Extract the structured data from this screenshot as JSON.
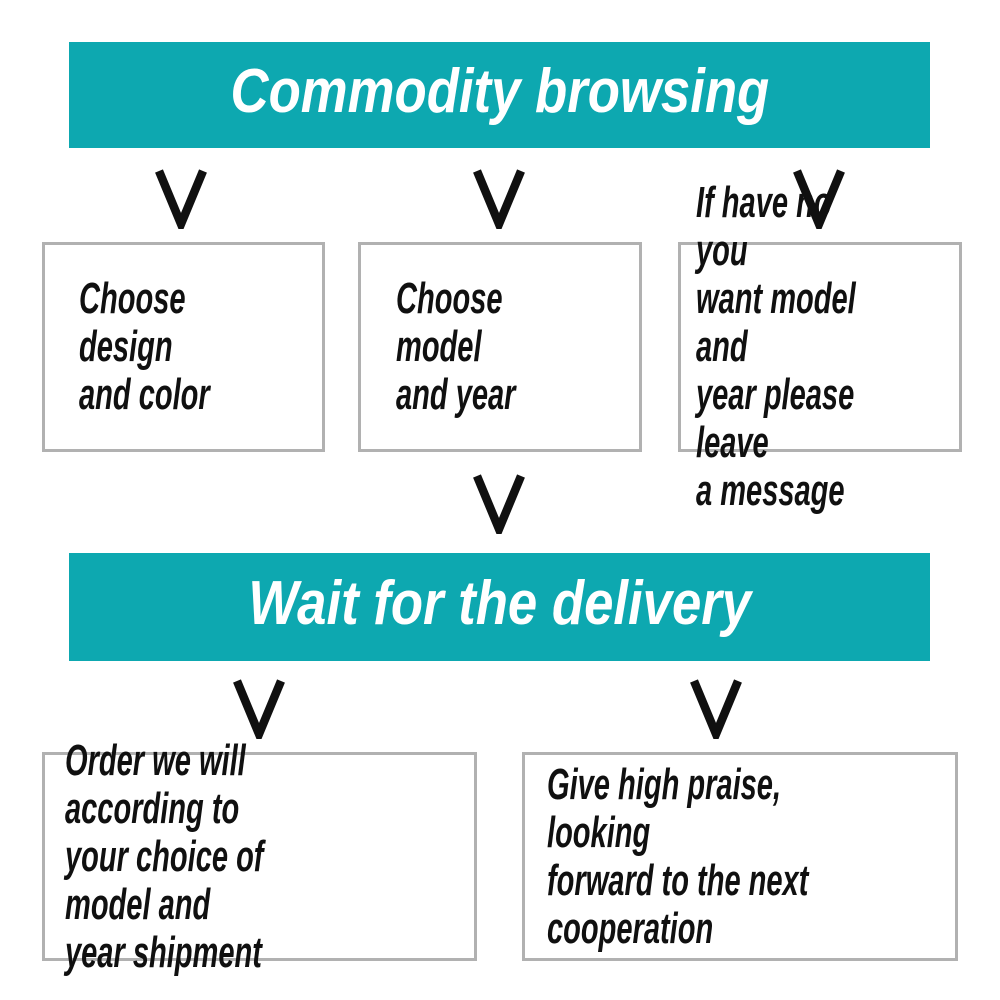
{
  "colors": {
    "teal": "#0da8b0",
    "border_gray": "#b1b1b1",
    "text_black": "#101010",
    "banner_text": "#ffffff",
    "background": "#ffffff"
  },
  "flow": {
    "banner1": {
      "label": "Commodity browsing"
    },
    "row1": [
      {
        "lines": [
          "Choose design",
          "and color"
        ]
      },
      {
        "lines": [
          "Choose model",
          "and year"
        ]
      },
      {
        "lines": [
          "If have no you",
          "want model and",
          "year please leave",
          "a message"
        ]
      }
    ],
    "banner2": {
      "label": "Wait for the delivery"
    },
    "row2": [
      {
        "lines": [
          "Order we will according to",
          "your choice of model and",
          "year shipment"
        ]
      },
      {
        "lines": [
          "Give high praise, looking",
          "forward to the next",
          "cooperation"
        ]
      }
    ]
  }
}
